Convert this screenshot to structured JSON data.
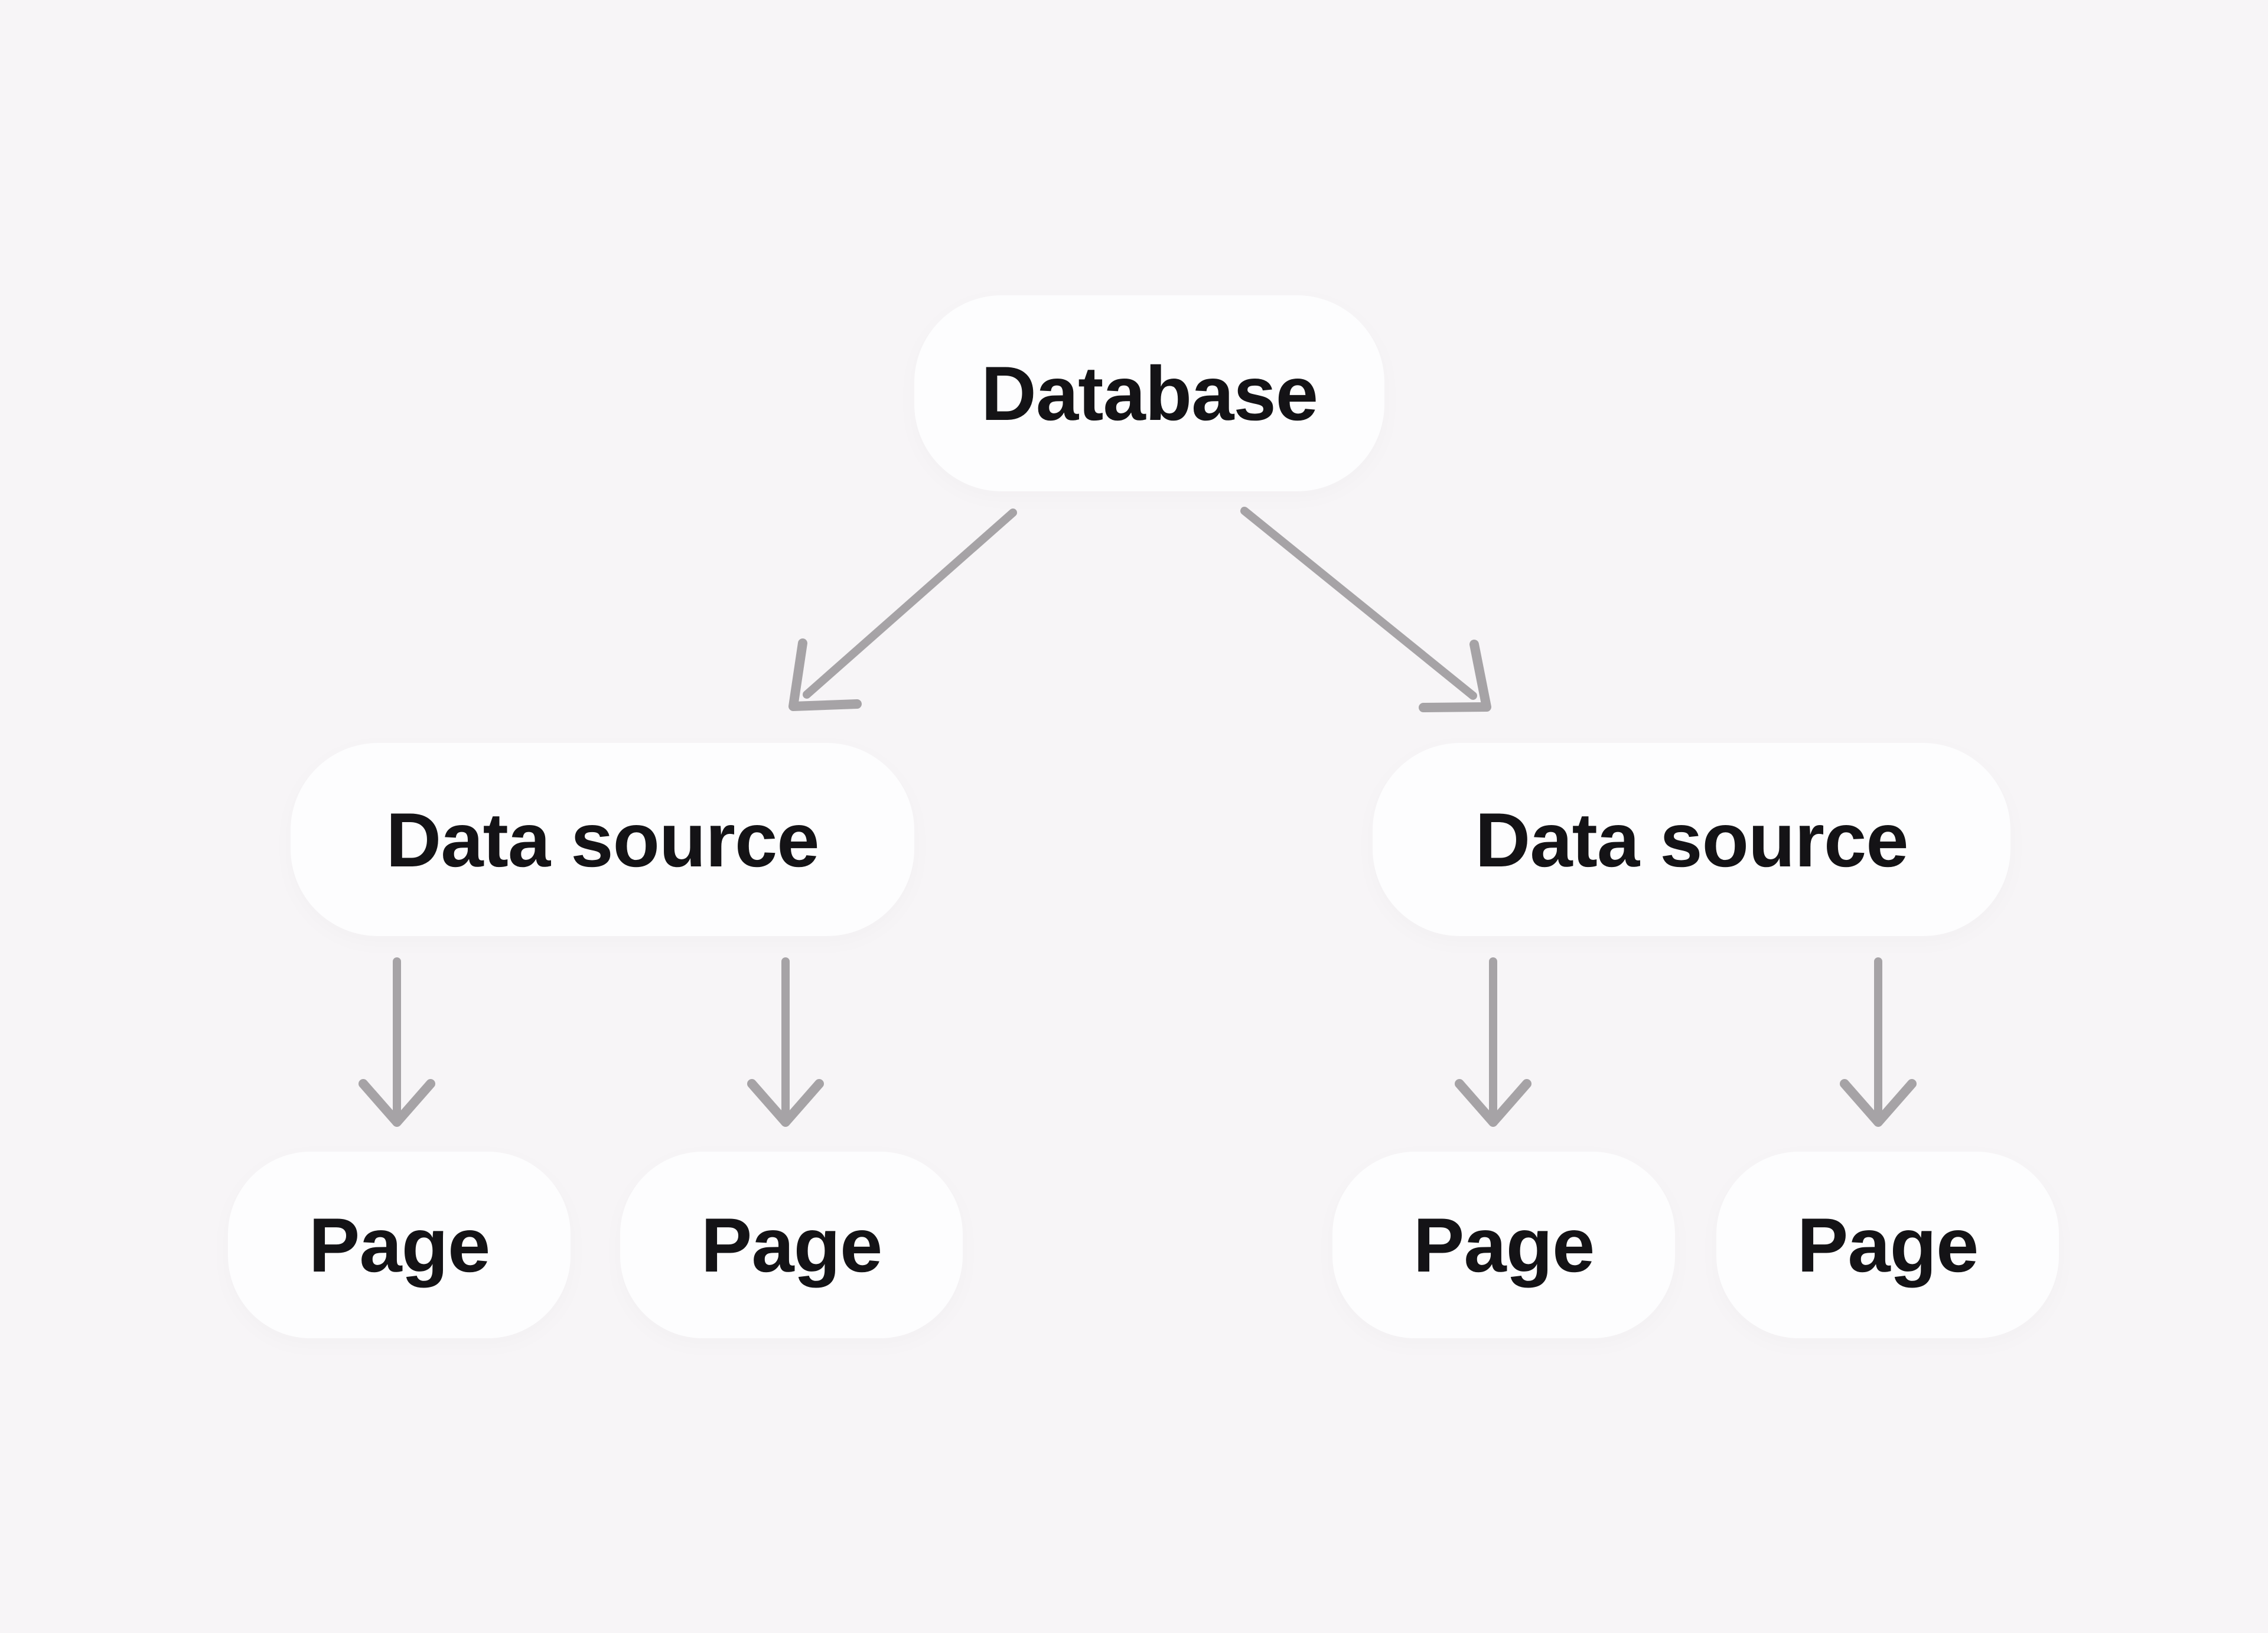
{
  "colors": {
    "background": "#f7f5f7",
    "node_fill": "#fdfdfe",
    "arrow": "#a6a3a6",
    "text": "#141316"
  },
  "diagram": {
    "database": {
      "label": "Database"
    },
    "data_sources": [
      {
        "label": "Data source",
        "pages": [
          {
            "label": "Page"
          },
          {
            "label": "Page"
          }
        ]
      },
      {
        "label": "Data source",
        "pages": [
          {
            "label": "Page"
          },
          {
            "label": "Page"
          }
        ]
      }
    ]
  }
}
